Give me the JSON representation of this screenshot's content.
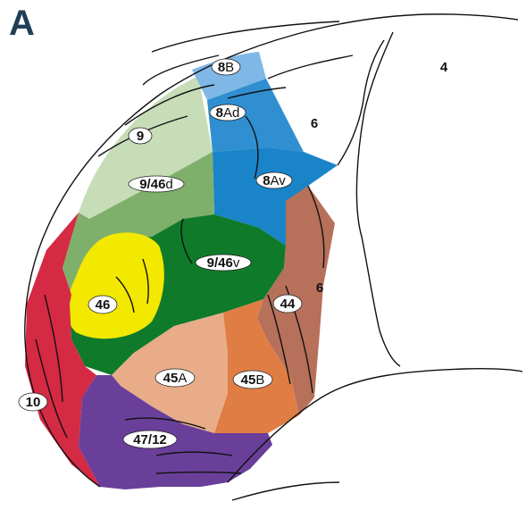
{
  "panel_letter": "A",
  "areas": [
    {
      "id": "8B",
      "num": "8",
      "suffix": "B",
      "color": "#7fb8e6"
    },
    {
      "id": "8Ad",
      "num": "8",
      "suffix": "Ad",
      "color": "#2f8fd0"
    },
    {
      "id": "9",
      "num": "9",
      "suffix": "",
      "color": "#c7ddb8"
    },
    {
      "id": "9/46d",
      "num": "9/46",
      "suffix": "d",
      "color": "#7fb06b"
    },
    {
      "id": "8Av",
      "num": "8",
      "suffix": "Av",
      "color": "#1a84c8"
    },
    {
      "id": "9/46v",
      "num": "9/46",
      "suffix": "v",
      "color": "#0f7a2a"
    },
    {
      "id": "46",
      "num": "46",
      "suffix": "",
      "color": "#f2e800"
    },
    {
      "id": "44",
      "num": "44",
      "suffix": "",
      "color": "#b7705a"
    },
    {
      "id": "45A",
      "num": "45",
      "suffix": "A",
      "color": "#e8ac88"
    },
    {
      "id": "45B",
      "num": "45",
      "suffix": "B",
      "color": "#e07d45"
    },
    {
      "id": "10",
      "num": "10",
      "suffix": "",
      "color": "#d42a44"
    },
    {
      "id": "47/12",
      "num": "47/12",
      "suffix": "",
      "color": "#6a3f9a"
    }
  ],
  "plain_labels": [
    {
      "id": "4",
      "text": "4"
    },
    {
      "id": "6-upper",
      "text": "6"
    },
    {
      "id": "6-lower",
      "text": "6"
    }
  ]
}
